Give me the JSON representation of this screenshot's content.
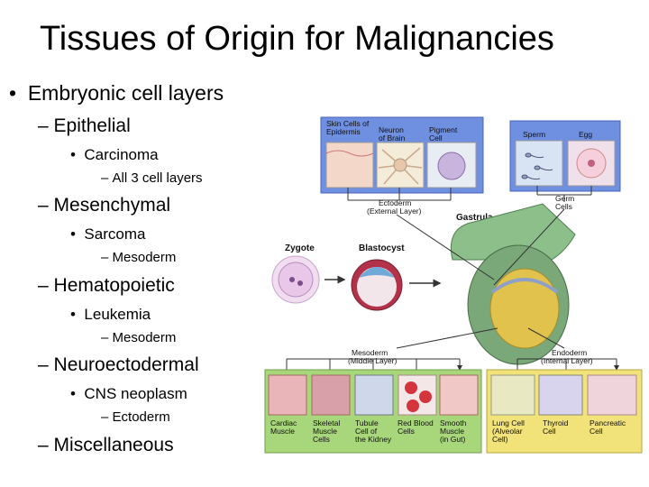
{
  "slide": {
    "title": "Tissues of Origin for Malignancies",
    "bullets": {
      "b1": "Embryonic cell layers",
      "epithelial": "Epithelial",
      "carcinoma": "Carcinoma",
      "carcinoma_origin": "All 3 cell layers",
      "mesenchymal": "Mesenchymal",
      "sarcoma": "Sarcoma",
      "sarcoma_origin": "Mesoderm",
      "hematopoietic": "Hematopoietic",
      "leukemia": "Leukemia",
      "leukemia_origin": "Mesoderm",
      "neuroectodermal": "Neuroectodermal",
      "cns": "CNS neoplasm",
      "cns_origin": "Ectoderm",
      "misc": "Miscellaneous"
    },
    "markers": {
      "dot": "•",
      "dash": "–"
    }
  },
  "diagram": {
    "ectoderm_cells": [
      "Skin Cells of",
      "Epidermis",
      "Neuron",
      "of Brain",
      "Pigment",
      "Cell"
    ],
    "germ_cells": [
      "Sperm",
      "Egg"
    ],
    "ectoderm_label": [
      "Ectoderm",
      "(External Layer)"
    ],
    "germ_label": [
      "Germ",
      "Cells"
    ],
    "gastrula": "Gastrula",
    "zygote": "Zygote",
    "blastocyst": "Blastocyst",
    "mesoderm_label": [
      "Mesoderm",
      "(Middle Layer)"
    ],
    "endoderm_label": [
      "Endoderm",
      "(Internal Layer)"
    ],
    "mesoderm_cells": [
      [
        "Cardiac",
        "Muscle"
      ],
      [
        "Skeletal",
        "Muscle",
        "Cells"
      ],
      [
        "Tubule",
        "Cell of",
        "the Kidney"
      ],
      [
        "Red Blood",
        "Cells"
      ],
      [
        "Smooth",
        "Muscle",
        "(in Gut)"
      ]
    ],
    "endoderm_cells": [
      [
        "Lung Cell",
        "(Alveolar",
        "Cell)"
      ],
      [
        "Thyroid",
        "Cell"
      ],
      [
        "Pancreatic",
        "Cell"
      ]
    ],
    "colors": {
      "ectoderm_panel": "#6f8fe0",
      "mesoderm_panel": "#a8d67a",
      "endoderm_panel": "#f1e27a",
      "ectoderm_layer": "#6da36b",
      "endoderm_layer": "#e0c24c",
      "arrow": "#333333"
    }
  }
}
